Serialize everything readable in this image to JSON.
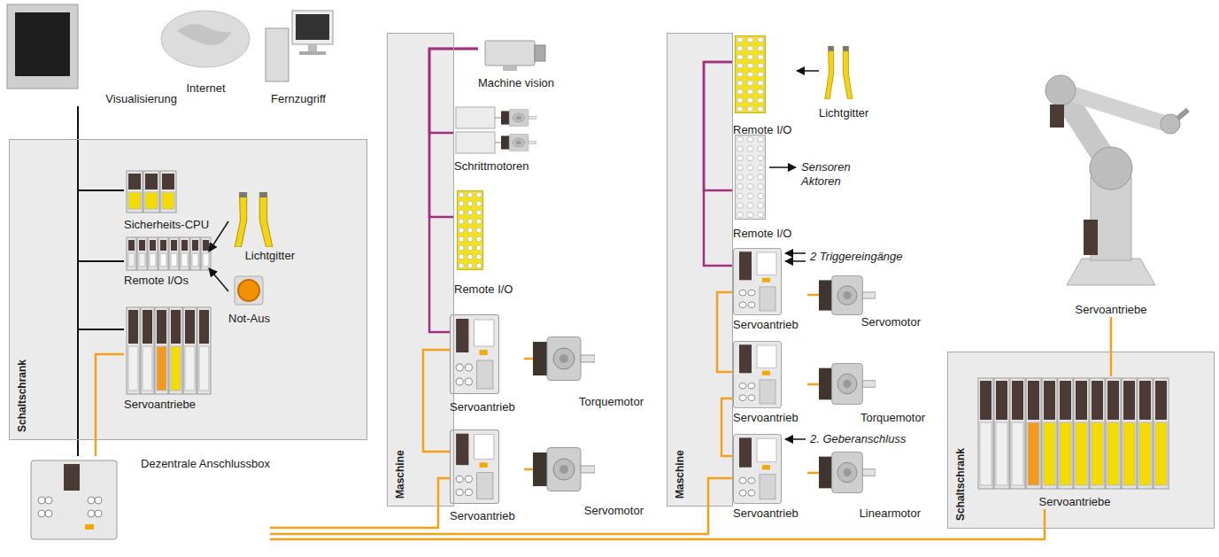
{
  "diagram": {
    "nodes": [
      {
        "text": [
          "Visualisierung"
        ]
      },
      {
        "text": [
          "Internet"
        ]
      },
      {
        "text": [
          "Fernzugriff"
        ]
      },
      {
        "text": [
          "Schaltschrank"
        ]
      },
      {
        "text": [
          "Sicherheits-CPU"
        ],
        "in": 3
      },
      {
        "text": [
          "Remote I/Os"
        ],
        "in": 3
      },
      {
        "text": [
          "Lichtgitter"
        ],
        "in": 3
      },
      {
        "text": [
          "Not-Aus"
        ],
        "in": 3
      },
      {
        "text": [
          "Servoantriebe"
        ],
        "in": 3
      },
      {
        "text": [
          "Dezentrale Anschlussbox"
        ]
      },
      {
        "text": [
          "Maschine"
        ]
      },
      {
        "text": [
          "Machine vision"
        ]
      },
      {
        "text": [
          "Schrittmotoren"
        ]
      },
      {
        "text": [
          "Remote I/O"
        ]
      },
      {
        "text": [
          "Servoantrieb"
        ]
      },
      {
        "text": [
          "Torquemotor"
        ]
      },
      {
        "text": [
          "Servoantrieb"
        ]
      },
      {
        "text": [
          "Servomotor"
        ]
      },
      {
        "text": [
          "Maschine"
        ]
      },
      {
        "text": [
          "Remote I/O"
        ]
      },
      {
        "text": [
          "Lichtgitter"
        ]
      },
      {
        "text": [
          "Remote I/O"
        ]
      },
      {
        "text": [
          "Servoantrieb"
        ]
      },
      {
        "text": [
          "Servomotor"
        ]
      },
      {
        "text": [
          "Servoantrieb"
        ]
      },
      {
        "text": [
          "Torquemotor"
        ]
      },
      {
        "text": [
          "Servoantrieb"
        ]
      },
      {
        "text": [
          "Linearmotor"
        ]
      },
      {
        "text": [
          "Servoantriebe"
        ]
      },
      {
        "text": [
          "Schaltschrank"
        ]
      },
      {
        "text": [
          "Servoantriebe"
        ],
        "in": 29
      }
    ],
    "edges": [
      {
        "from": 0,
        "to": 4,
        "arrow": "none"
      },
      {
        "from": 0,
        "to": 5,
        "arrow": "none"
      },
      {
        "from": 0,
        "to": 8,
        "arrow": "none"
      },
      {
        "from": 0,
        "to": 9,
        "arrow": "none"
      },
      {
        "from": 6,
        "to": 5,
        "arrow": "to"
      },
      {
        "from": 7,
        "to": 5,
        "arrow": "to"
      },
      {
        "from": 8,
        "to": 9,
        "arrow": "none"
      },
      {
        "from": 9,
        "to": 16,
        "arrow": "none"
      },
      {
        "from": 9,
        "to": 26,
        "arrow": "none"
      },
      {
        "from": 9,
        "to": 30,
        "arrow": "none"
      },
      {
        "from": 11,
        "to": 12,
        "arrow": "none"
      },
      {
        "from": 11,
        "to": 13,
        "arrow": "none"
      },
      {
        "from": 11,
        "to": 14,
        "arrow": "none"
      },
      {
        "from": 14,
        "to": 16,
        "arrow": "none"
      },
      {
        "from": 14,
        "to": 15,
        "arrow": "none"
      },
      {
        "from": 16,
        "to": 17,
        "arrow": "none"
      },
      {
        "from": 19,
        "to": 21,
        "arrow": "none"
      },
      {
        "from": 19,
        "to": 22,
        "arrow": "none"
      },
      {
        "from": 20,
        "to": 19,
        "arrow": "to"
      },
      {
        "from": 22,
        "to": 24,
        "arrow": "none"
      },
      {
        "from": 24,
        "to": 26,
        "arrow": "none"
      },
      {
        "from": 22,
        "to": 23,
        "arrow": "none"
      },
      {
        "from": 24,
        "to": 25,
        "arrow": "none"
      },
      {
        "from": 26,
        "to": 27,
        "arrow": "none"
      },
      {
        "from": 28,
        "to": 30,
        "arrow": "none"
      }
    ],
    "labels": [
      "Sensoren Aktoren",
      "2 Triggereingänge",
      "2. Geberanschluss"
    ]
  }
}
